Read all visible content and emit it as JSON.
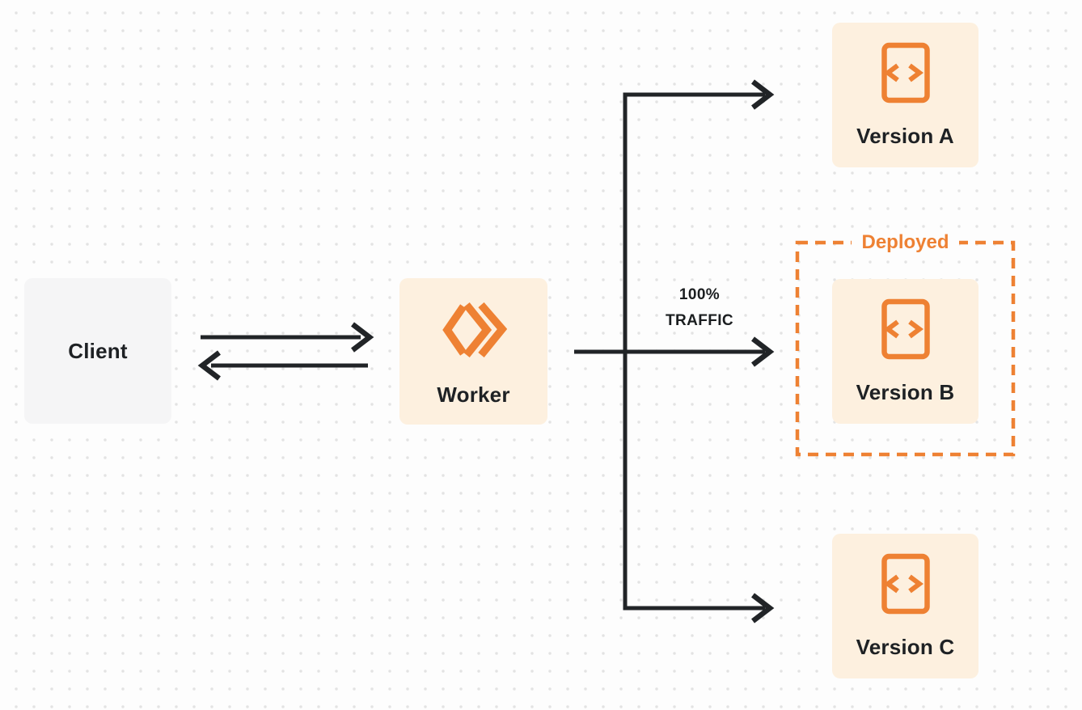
{
  "page": {
    "background_color": "#FDFDFD",
    "dot_color": "#E3E3E3"
  },
  "colors": {
    "accent_orange": "#EE8133",
    "node_cream": "#FDF0DF",
    "node_gray": "#F5F5F6",
    "connector_dark": "#212427",
    "label_dark": "#1E2124"
  },
  "nodes": {
    "client": {
      "label": "Client"
    },
    "worker": {
      "label": "Worker",
      "icon": "cloudflare-workers-icon"
    },
    "version_a": {
      "label": "Version A",
      "icon": "code-file-icon"
    },
    "version_b": {
      "label": "Version B",
      "icon": "code-file-icon"
    },
    "version_c": {
      "label": "Version C",
      "icon": "code-file-icon"
    }
  },
  "annotations": {
    "deployed": {
      "label": "Deployed"
    },
    "traffic": {
      "line1": "100%",
      "line2": "TRAFFIC"
    }
  }
}
